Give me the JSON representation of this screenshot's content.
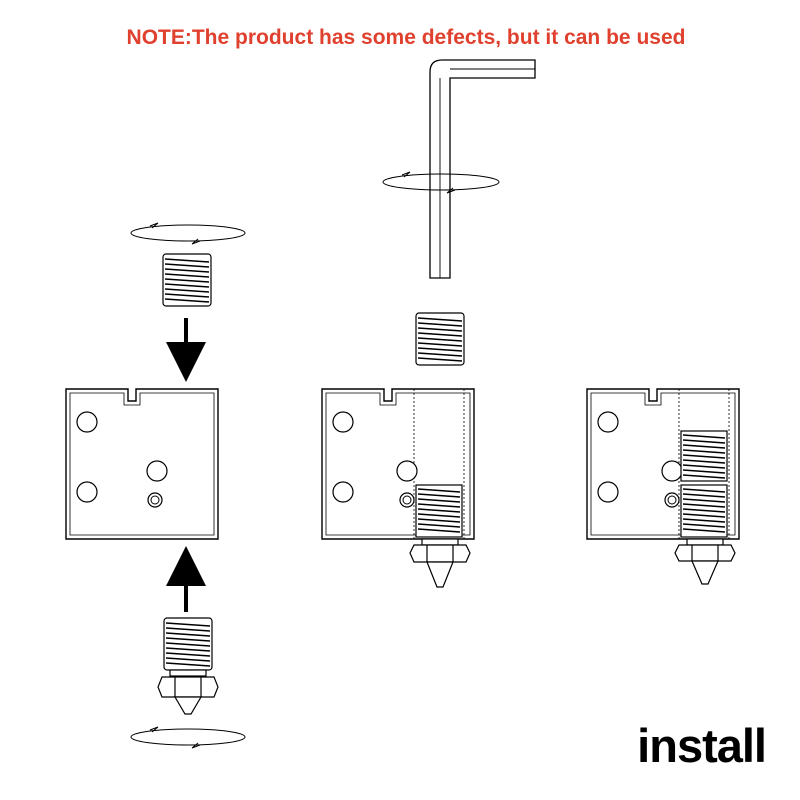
{
  "note": "NOTE:The product has some defects, but it can be used",
  "caption": "install",
  "colors": {
    "note": "#e0402e",
    "line": "#000000",
    "background": "#ffffff"
  },
  "steps": [
    {
      "id": "step-1",
      "parts": [
        "heat-block",
        "throat-screw",
        "nozzle"
      ]
    },
    {
      "id": "step-2",
      "parts": [
        "heat-block",
        "hex-key",
        "throat-screw",
        "nozzle"
      ]
    },
    {
      "id": "step-3",
      "parts": [
        "heat-block",
        "throat-screw",
        "nozzle"
      ]
    }
  ]
}
